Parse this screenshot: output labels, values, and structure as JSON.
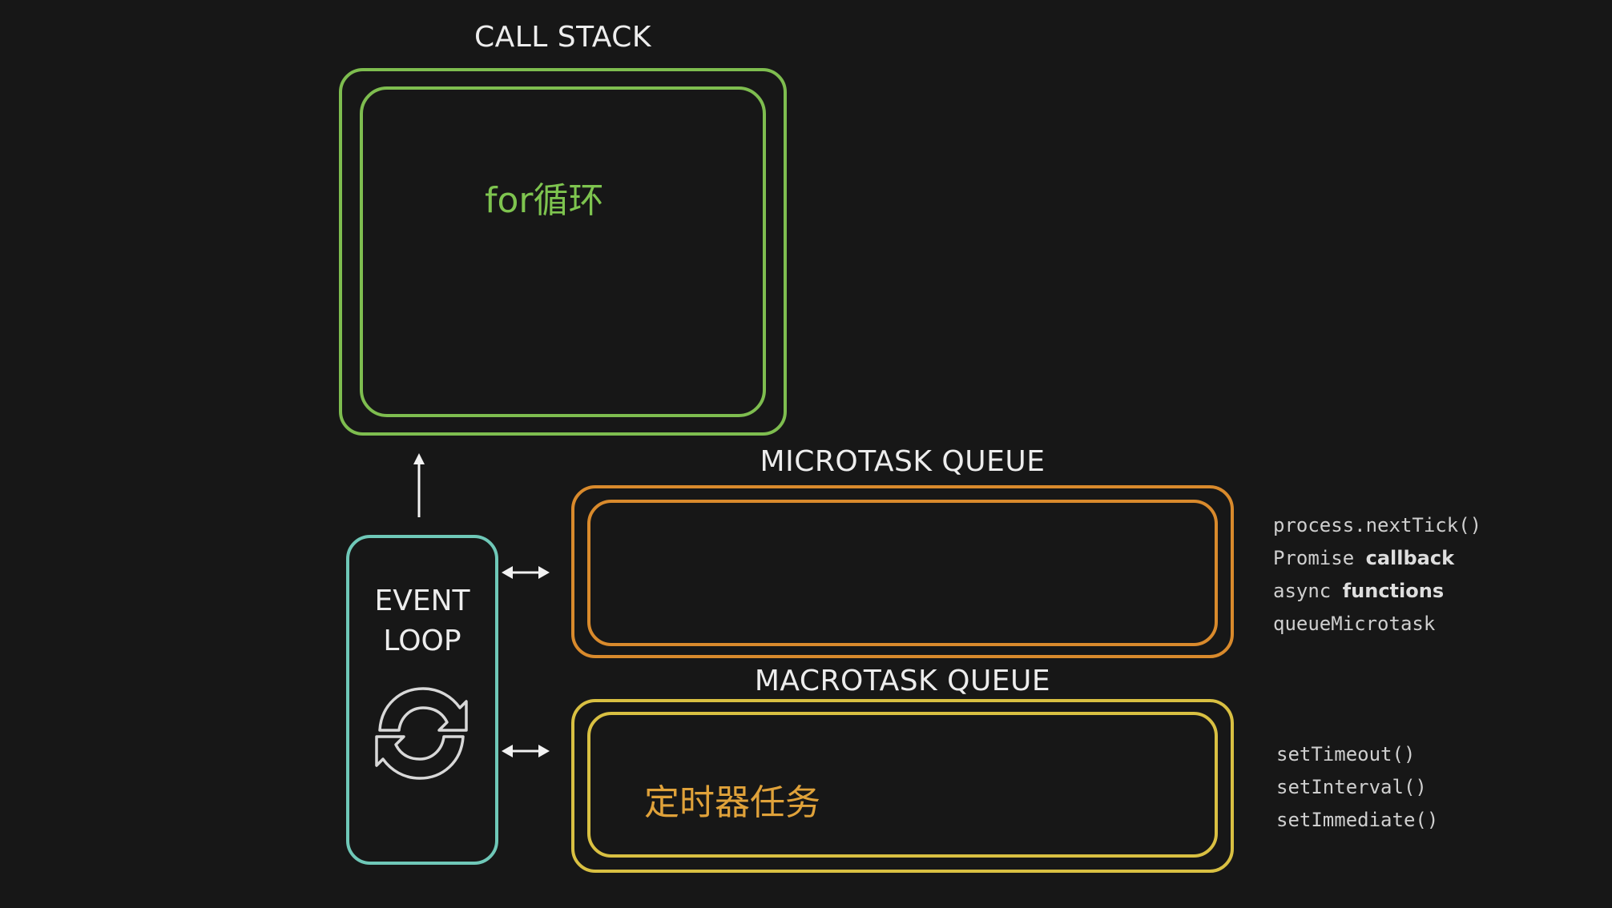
{
  "call_stack": {
    "title": "CALL STACK",
    "item": "for循环",
    "color": "#7ebd4f"
  },
  "event_loop": {
    "label_line1": "EVENT",
    "label_line2": "LOOP",
    "color": "#6fc8b8",
    "icon": "refresh-cycle-icon"
  },
  "microtask_queue": {
    "title": "MICROTASK QUEUE",
    "color": "#d98a2c",
    "apis": [
      {
        "code": "process.nextTick()",
        "extra": ""
      },
      {
        "code": "Promise",
        "extra": "callback"
      },
      {
        "code": "async",
        "extra": "functions"
      },
      {
        "code": "queueMicrotask",
        "extra": ""
      }
    ]
  },
  "macrotask_queue": {
    "title": "MACROTASK QUEUE",
    "item": "定时器任务",
    "color": "#d9c042",
    "apis": [
      {
        "code": "setTimeout()"
      },
      {
        "code": "setInterval()"
      },
      {
        "code": "setImmediate()"
      }
    ]
  }
}
